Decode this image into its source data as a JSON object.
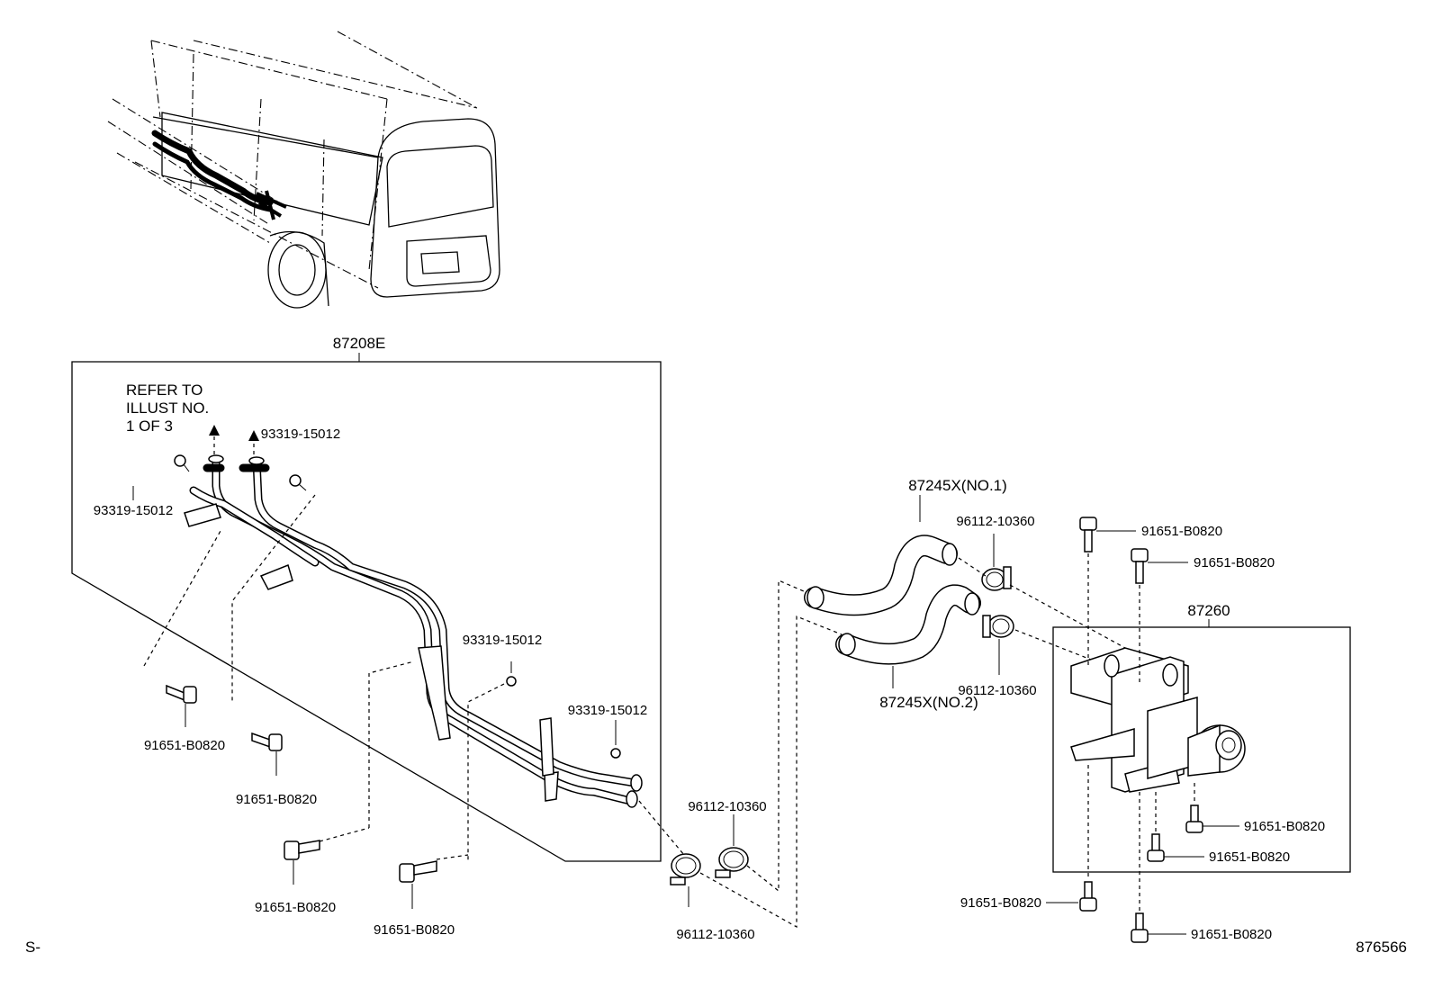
{
  "labels": {
    "assy_tube": "87208E",
    "refer_line1": "REFER TO",
    "refer_line2": "ILLUST NO.",
    "refer_line3": "1 OF 3",
    "screw_a": "93319-15012",
    "screw_b": "93319-15012",
    "screw_c": "93319-15012",
    "screw_d": "93319-15012",
    "bolt_a": "91651-B0820",
    "bolt_b": "91651-B0820",
    "bolt_c": "91651-B0820",
    "bolt_d": "91651-B0820",
    "bolt_e": "91651-B0820",
    "bolt_f": "91651-B0820",
    "bolt_g": "91651-B0820",
    "bolt_h": "91651-B0820",
    "bolt_i": "91651-B0820",
    "bolt_j": "91651-B0820",
    "clamp_a": "96112-10360",
    "clamp_b": "96112-10360",
    "clamp_c": "96112-10360",
    "clamp_d": "96112-10360",
    "hose_no1": "87245X(NO.1)",
    "hose_no2": "87245X(NO.2)",
    "valve_assy": "87260",
    "page_prefix": "S-",
    "illust_number": "876566"
  }
}
